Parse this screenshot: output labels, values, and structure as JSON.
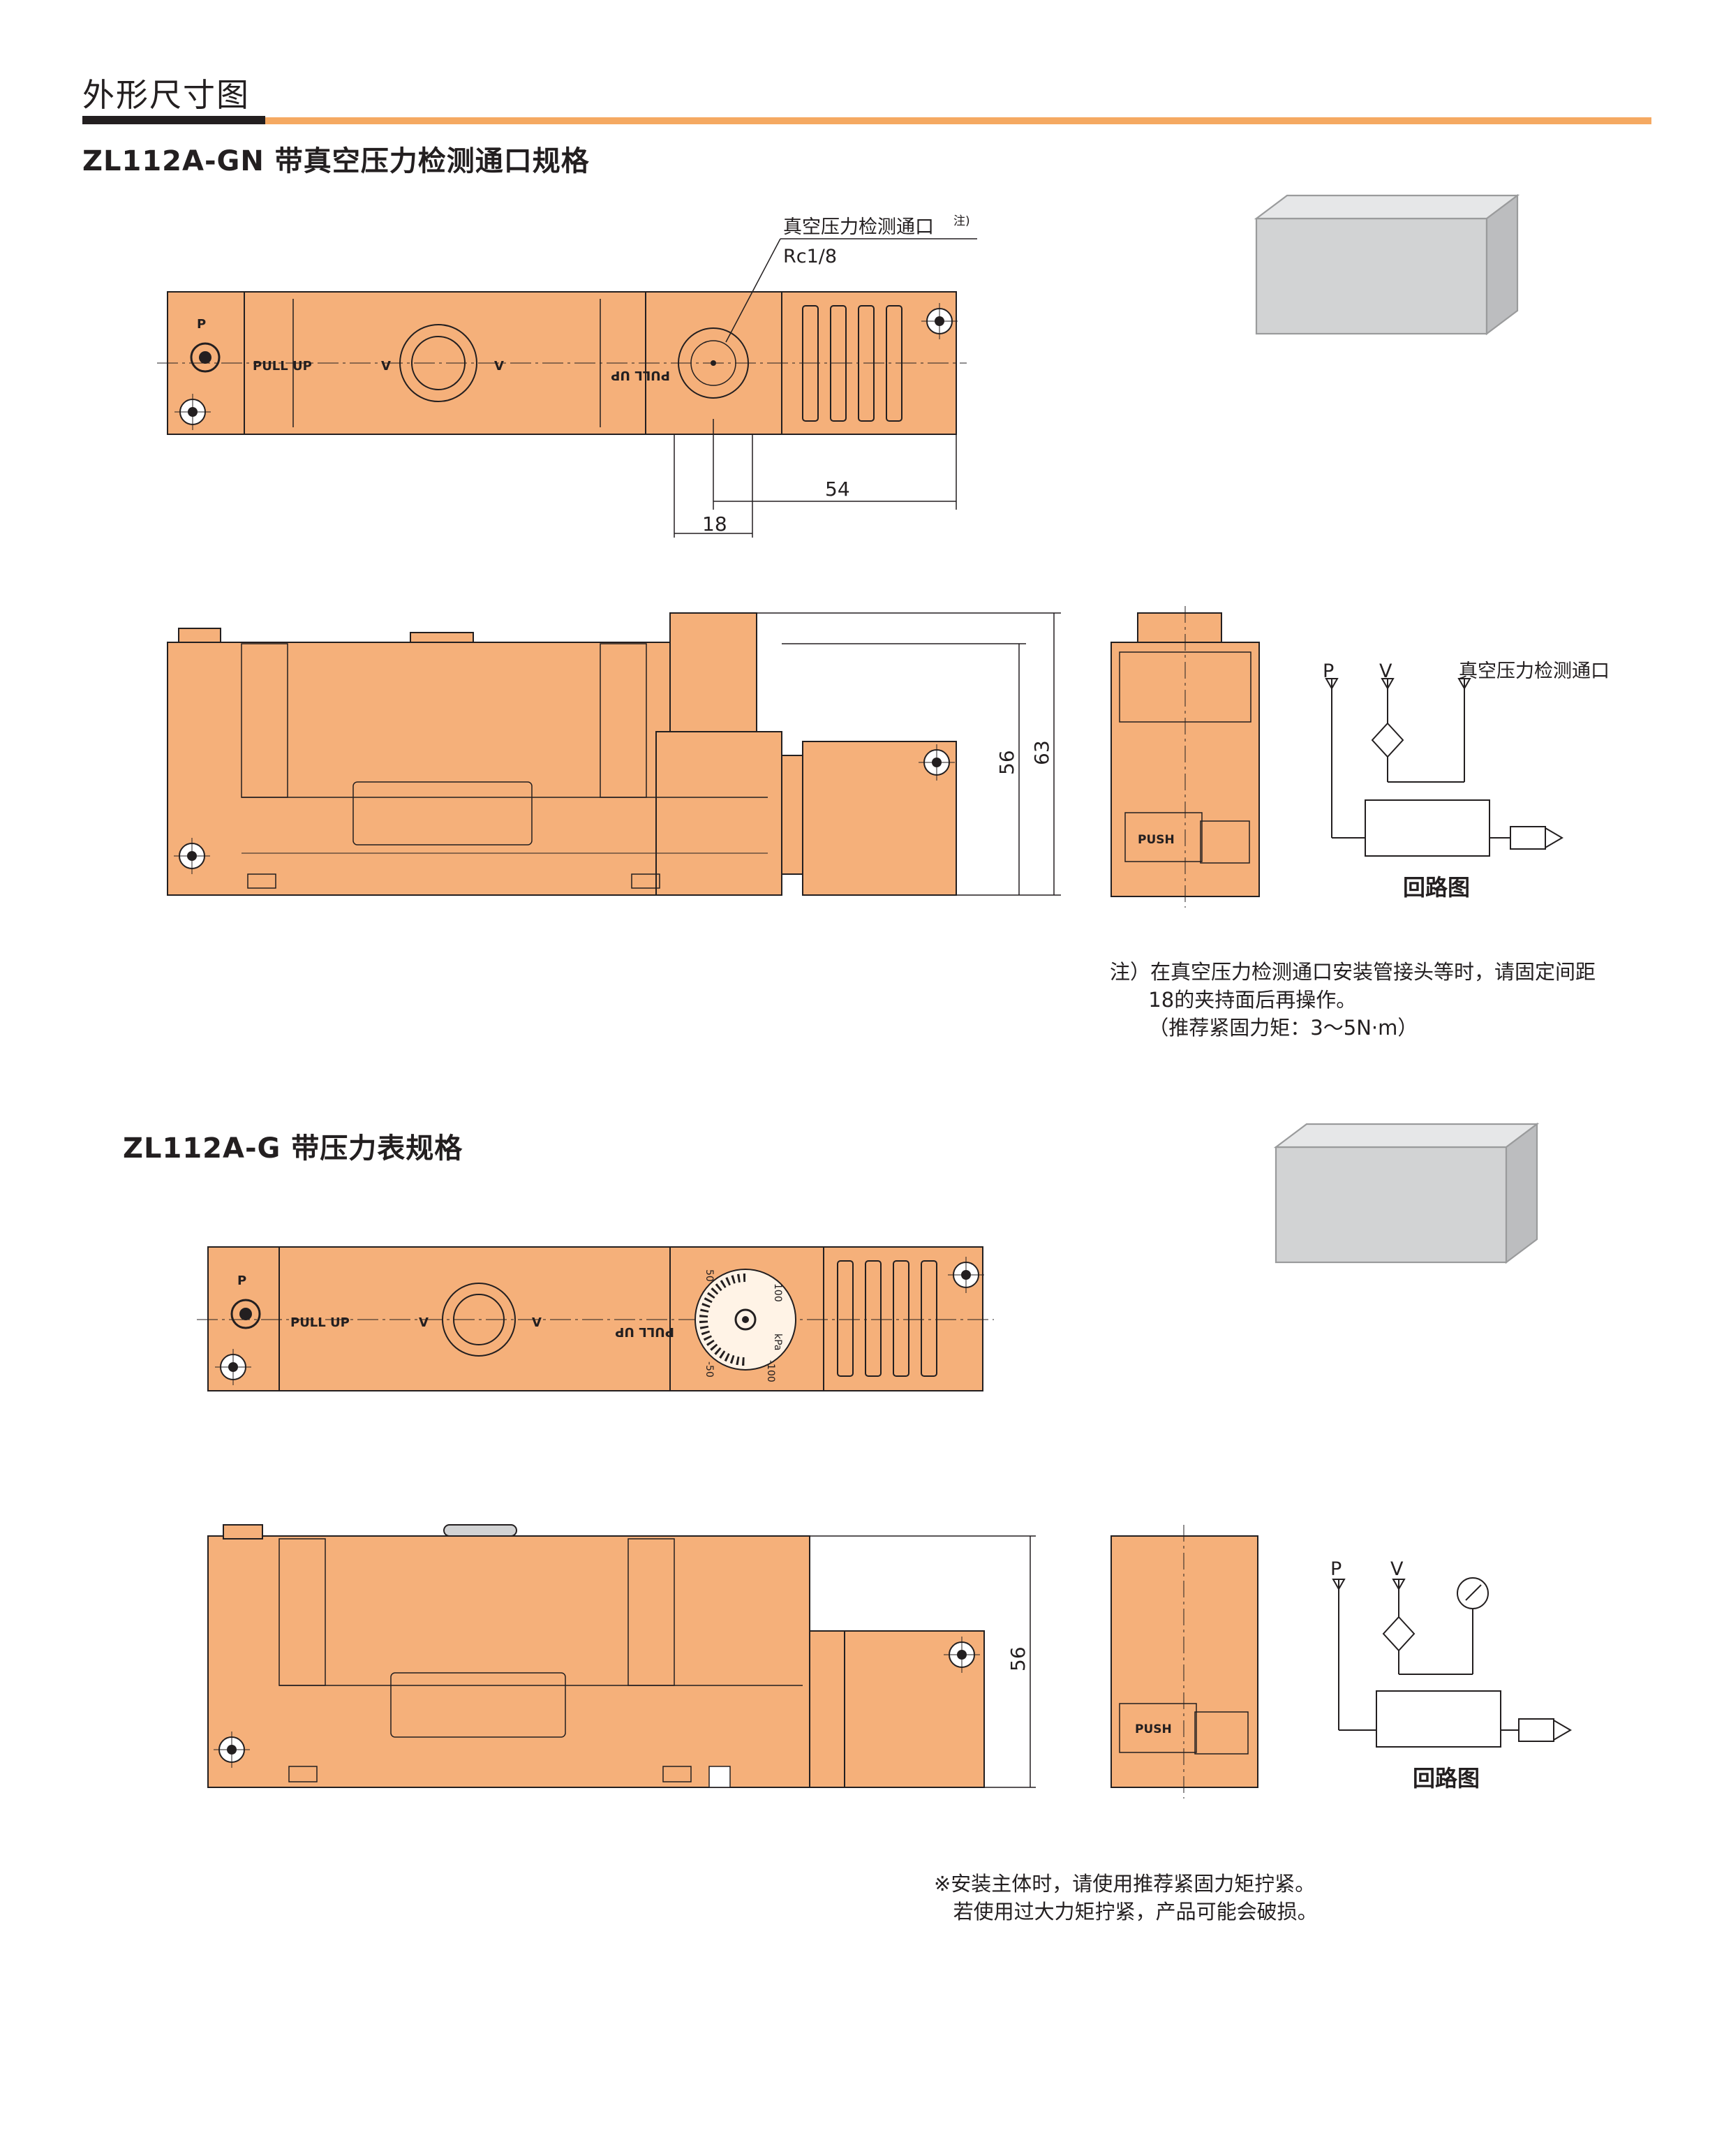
{
  "page": {
    "title": "外形尺寸图",
    "colors": {
      "body": "#f5b07a",
      "accent_rule": "#f5a962",
      "line": "#231f20"
    }
  },
  "sections": [
    {
      "heading": "ZL112A-GN 带真空压力检测通口规格",
      "callout_port": "真空压力检测通口",
      "callout_sup": "注)",
      "callout_thread": "Rc1/8",
      "dim_54": "54",
      "dim_18": "18",
      "dim_56": "56",
      "dim_63": "63",
      "body_label_pullup": "PULL UP",
      "body_label_p": "P",
      "body_label_v": "V",
      "body_label_push": "PUSH",
      "circuit": {
        "p": "P",
        "v": "V",
        "port": "真空压力检测通口",
        "caption": "回路图"
      },
      "note": "注）在真空压力检测通口安装管接头等时，请固定间距\n      18的夹持面后再操作。\n      （推荐紧固力矩：3～5N·m）"
    },
    {
      "heading": "ZL112A-G 带压力表规格",
      "dim_56": "56",
      "body_label_pullup": "PULL UP",
      "body_label_p": "P",
      "body_label_v": "V",
      "body_label_push": "PUSH",
      "gauge_label_pos": "100",
      "gauge_label_neg": "-100",
      "gauge_label_50": "50",
      "gauge_label_neg50": "-50",
      "gauge_unit": "kPa",
      "circuit": {
        "p": "P",
        "v": "V",
        "caption": "回路图"
      },
      "note": "※安装主体时，请使用推荐紧固力矩拧紧。\n   若使用过大力矩拧紧，产品可能会破损。"
    }
  ]
}
